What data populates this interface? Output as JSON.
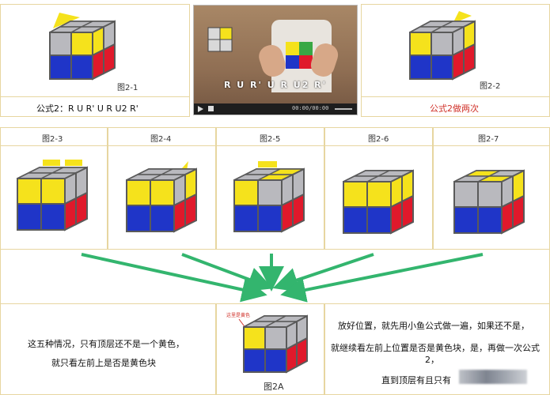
{
  "top": {
    "fig_2_1": "图2-1",
    "fig_2_2": "图2-2",
    "formula2": "公式2：R U R' U R U2 R'",
    "video_formula": "R U R' U R U2 R'",
    "video_time": "00:00/00:00",
    "formula2_twice": "公式2做两次"
  },
  "row": {
    "labels": [
      "图2-3",
      "图2-4",
      "图2-5",
      "图2-6",
      "图2-7"
    ]
  },
  "bottom": {
    "left_line1": "这五种情况，只有顶层还不是一个黄色，",
    "left_line2": "就只看左前上是否是黄色块",
    "fig_2a": "图2A",
    "annotation": "这里是黄色",
    "right_line1": "放好位置，就先用小鱼公式做一遍，如果还不是，",
    "right_line2": "就继续看左前上位置是否是黄色块，是，再做一次公式",
    "right_line3": "2，",
    "right_line4": "直到顶层有且只有"
  },
  "colors": {
    "yellow": "#f5e21c",
    "blue": "#1f35c8",
    "red": "#e0192b",
    "gray": "#b9b9be",
    "arrow": "#33b56e",
    "border": "#e7d6a0"
  }
}
